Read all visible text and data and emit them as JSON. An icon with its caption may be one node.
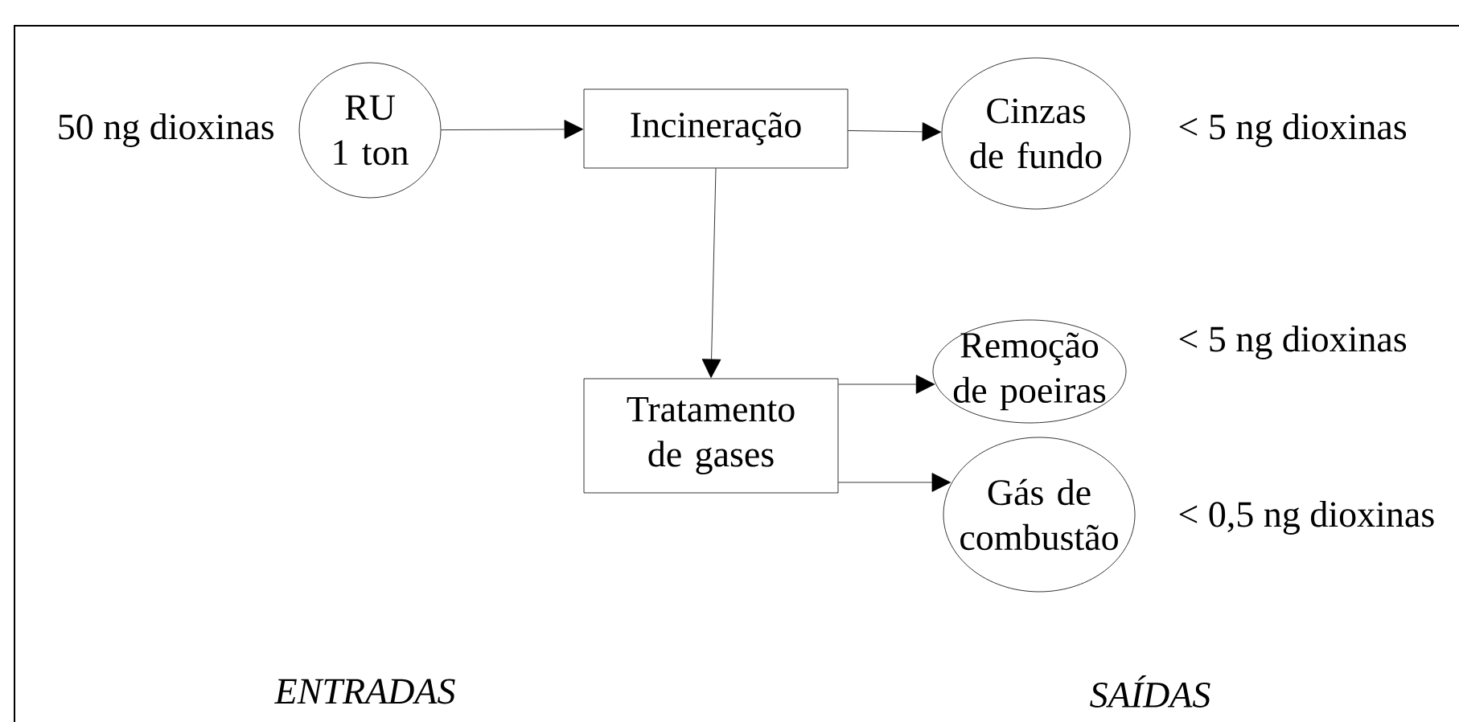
{
  "diagram": {
    "nodes": [
      {
        "text": [
          "RU",
          "1 ton"
        ],
        "beside": [
          "50 ng dioxinas"
        ]
      },
      {
        "text": [
          "Incineração"
        ]
      },
      {
        "text": [
          "Cinzas de fundo"
        ],
        "beside": [
          "< 5 ng dioxinas"
        ]
      },
      {
        "text": [
          "Tratamento de gases"
        ]
      },
      {
        "text": [
          "Remoção de poeiras"
        ],
        "beside": [
          "< 5 ng dioxinas"
        ]
      },
      {
        "text": [
          "Gás de combustão"
        ],
        "beside": [
          "< 0,5 ng dioxinas"
        ]
      }
    ],
    "edges": [
      {
        "from": 0,
        "to": 1,
        "arrow": "to"
      },
      {
        "from": 1,
        "to": 2,
        "arrow": "to"
      },
      {
        "from": 1,
        "to": 3,
        "arrow": "to"
      },
      {
        "from": 3,
        "to": 4,
        "arrow": "to"
      },
      {
        "from": 3,
        "to": 5,
        "arrow": "to"
      }
    ],
    "labels": [
      "ENTRADAS",
      "SAÍDAS"
    ]
  }
}
